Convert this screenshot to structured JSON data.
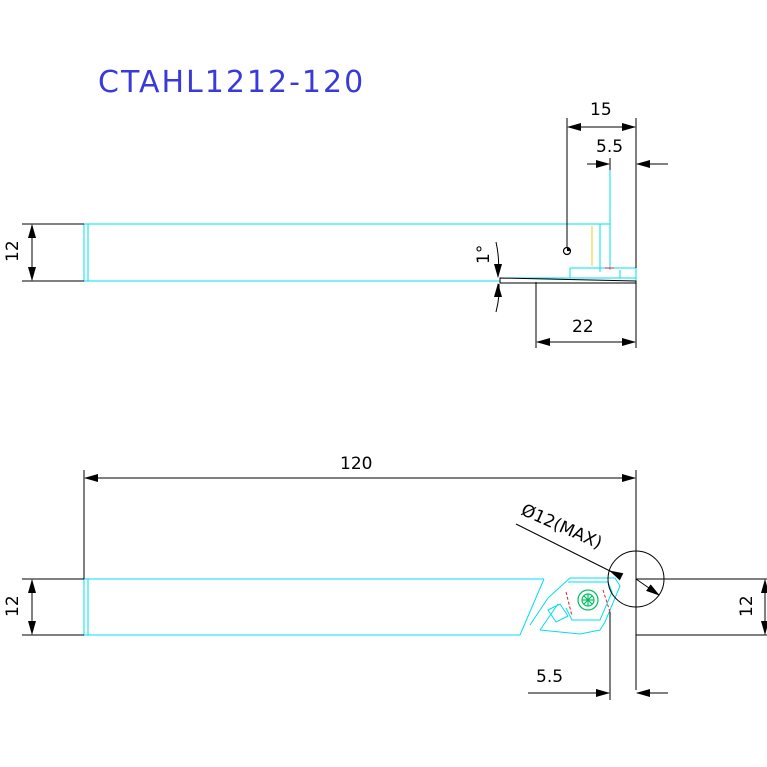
{
  "title": "CTAHL1212-120",
  "colors": {
    "title": "#3a3ad8",
    "body": "#00e0f0",
    "dimension": "#000000",
    "insert": "#00c060",
    "edge": "#e02020",
    "accent": "#e8d020"
  },
  "side_view": {
    "dim_height": "12",
    "dim_head_width": "15",
    "dim_tip_offset": "5.5",
    "dim_head_length": "22",
    "dim_angle": "1°"
  },
  "top_view": {
    "dim_length": "120",
    "dim_height_left": "12",
    "dim_height_right": "12",
    "dim_bore": "Ø12(MAX)",
    "dim_offset": "5.5"
  }
}
